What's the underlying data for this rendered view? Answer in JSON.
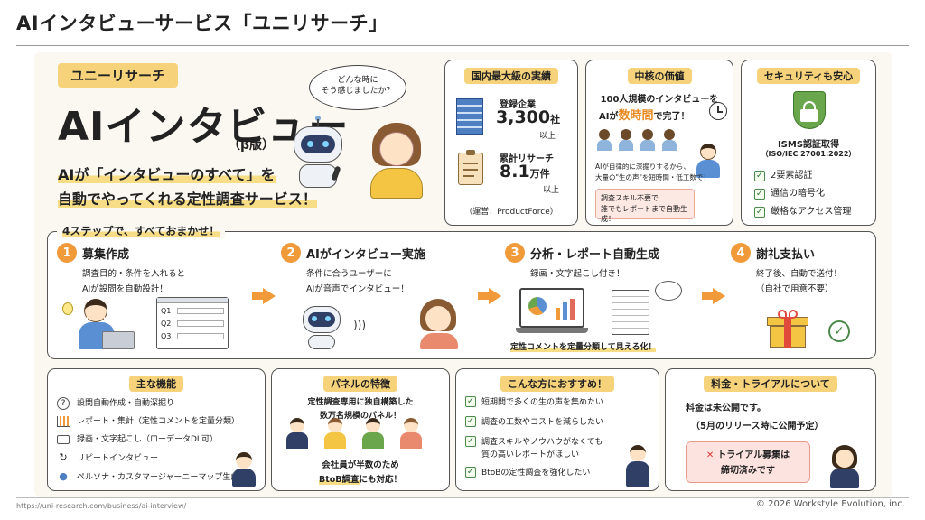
{
  "header": {
    "title": "AIインタビューサービス「ユニリサーチ」"
  },
  "hero": {
    "brand": "ユニーリサーチ",
    "title": "AIインタビュー",
    "beta": "（β版）",
    "bubble": "どんな時に\nそう感じましたか？",
    "tagline1": "AIが「インタビューのすべて」を",
    "tagline2": "自動でやってくれる定性調査サービス！"
  },
  "record": {
    "heading": "国内最大級の実績",
    "companies_label": "登録企業",
    "companies_value": "3,300",
    "companies_unit": "社",
    "companies_suffix": "以上",
    "research_label": "累計リサーチ",
    "research_value": "8.1",
    "research_unit": "万件",
    "research_suffix": "以上",
    "operator": "（運営：ProductForce）"
  },
  "core": {
    "heading": "中核の価値",
    "line1": "100人規模のインタビューを",
    "line2_pre": "AIが",
    "line2_hl": "数時間",
    "line2_post": "で完了！",
    "note1": "AIが自律的に深掘りするから、",
    "note2": "大量の\"生の声\"を短時間・低工数で！",
    "box1": "調査スキル不要で",
    "box2": "誰でもレポートまで自動生成！"
  },
  "security": {
    "heading": "セキュリティも安心",
    "cert": "ISMS認証取得",
    "cert_code": "（ISO/IEC 27001:2022）",
    "items": [
      "2要素認証",
      "通信の暗号化",
      "厳格なアクセス管理"
    ]
  },
  "steps": {
    "heading": "4ステップで、すべておまかせ！",
    "list": [
      {
        "num": "1",
        "title": "募集作成",
        "desc1": "調査目的・条件を入れると",
        "desc2": "AIが設問を自動設計！"
      },
      {
        "num": "2",
        "title": "AIがインタビュー実施",
        "desc1": "条件に合うユーザーに",
        "desc2": "AIが音声でインタビュー！"
      },
      {
        "num": "3",
        "title": "分析・レポート自動生成",
        "desc1": "録画・文字起こし付き！",
        "desc2": ""
      },
      {
        "num": "4",
        "title": "謝礼支払い",
        "desc1": "終了後、自動で送付！",
        "desc2": "（自社で用意不要）"
      }
    ],
    "q_labels": [
      "Q1",
      "Q2",
      "Q3"
    ],
    "step3_note": "定性コメントを定量分類して見える化！"
  },
  "features": {
    "heading": "主な機能",
    "items": [
      "設問自動作成・自動深掘り",
      "レポート・集計（定性コメントを定量分類）",
      "録画・文字起こし（ローデータDL可）",
      "リピートインタビュー",
      "ペルソナ・カスタマージャーニーマップ生成"
    ],
    "icons": [
      "question-icon",
      "chart-icon",
      "video-icon",
      "repeat-icon",
      "persona-icon"
    ]
  },
  "panel": {
    "heading": "パネルの特徴",
    "line1": "定性調査専用に独自構築した",
    "line2": "数万名規模のパネル！",
    "line3": "会社員が半数のため",
    "line4_hl": "BtoB調査",
    "line4_post": "にも対応！"
  },
  "recommend": {
    "heading": "こんな方におすすめ！",
    "items": [
      "短期間で多くの生の声を集めたい",
      "調査の工数やコストを減らしたい",
      "調査スキルやノウハウがなくても\n質の高いレポートがほしい",
      "BtoBの定性調査を強化したい"
    ]
  },
  "pricing": {
    "heading": "料金・トライアルについて",
    "line1": "料金は未公開です。",
    "line2": "（5月のリリース時に公開予定）",
    "box1": "トライアル募集は",
    "box2": "締切済みです",
    "x_mark": "✕"
  },
  "footer": {
    "url": "https://uni-research.com/business/ai-interview/",
    "copyright": "© 2026 Workstyle Evolution, inc."
  },
  "colors": {
    "accent": "#f09a3a",
    "yellow": "#f6d27a",
    "green": "#4b8a4b",
    "navy": "#2f3f66"
  }
}
